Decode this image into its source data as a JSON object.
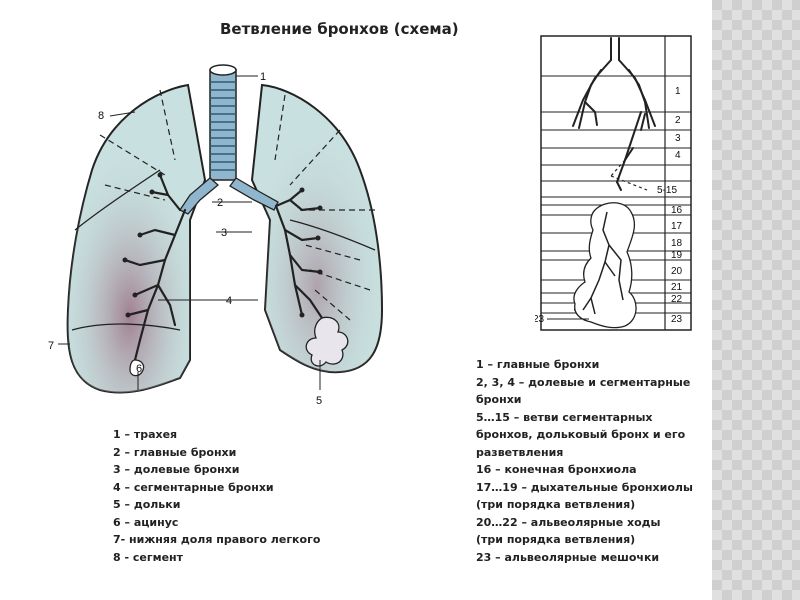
{
  "slide": {
    "title": "Ветвление бронхов (схема)"
  },
  "lung_diagram": {
    "callouts": [
      "1",
      "2",
      "3",
      "4",
      "5",
      "6",
      "7",
      "8"
    ]
  },
  "tree_diagram": {
    "row_labels": [
      "1",
      "2",
      "3",
      "4",
      "5-15",
      "16",
      "17",
      "18",
      "19",
      "20",
      "21",
      "22",
      "23"
    ],
    "left_label": "23"
  },
  "left_caption": {
    "lines": [
      "1 – трахея",
      "2 – главные бронхи",
      "3 – долевые бронхи",
      "4 – сегментарные бронхи",
      "5 – дольки",
      "6 – ацинус",
      "7- нижняя доля правого легкого",
      "8 - сегмент"
    ]
  },
  "right_caption": {
    "lines": [
      "1 – главные бронхи",
      "2, 3, 4 – долевые и сегментарные",
      "бронхи",
      "5…15 – ветви сегментарных",
      "бронхов, дольковый бронх и его",
      "разветвления",
      "16 – конечная бронхиола",
      "17…19 – дыхательные бронхиолы",
      "(три порядка ветвления)",
      "20…22 – альвеолярные ходы",
      "(три порядка ветвления)",
      "23 – альвеолярные мешочки"
    ]
  },
  "colors": {
    "lung_fill": "#c8e0df",
    "lung_shade": "#a88a96",
    "trachea": "#8fb6cc",
    "ink": "#222222",
    "side_band": "#cfcfcf"
  }
}
